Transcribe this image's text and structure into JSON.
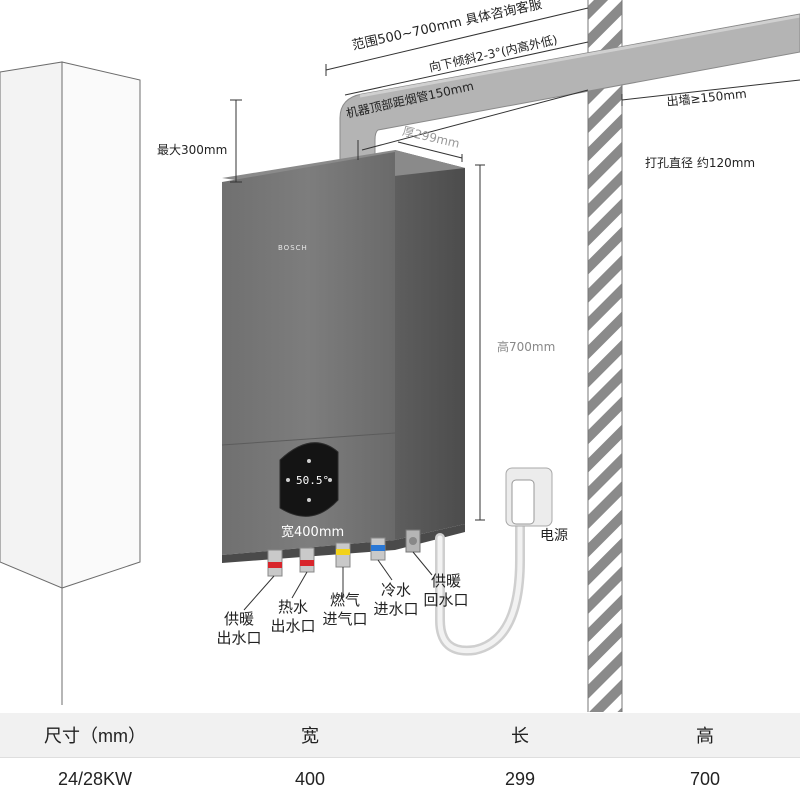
{
  "dimensions": {
    "range": "范围500~700mm 具体咨询客服",
    "slope": "向下倾斜2-3°(内高外低)",
    "top_distance": "机器顶部距烟管150mm",
    "thickness": "厚299mm",
    "max": "最大300mm",
    "height": "高700mm",
    "width": "宽400mm",
    "out_wall": "出墙≥150mm",
    "hole": "打孔直径 约120mm",
    "power": "电源"
  },
  "device": {
    "brand": "BOSCH",
    "display_temp": "50.5°"
  },
  "ports": [
    {
      "line1": "供暖",
      "line2": "出水口",
      "color": "#d8252b"
    },
    {
      "line1": "热水",
      "line2": "出水口",
      "color": "#d8252b"
    },
    {
      "line1": "燃气",
      "line2": "进气口",
      "color": "#f2d21a"
    },
    {
      "line1": "冷水",
      "line2": "进水口",
      "color": "#2a78d6"
    },
    {
      "line1": "供暖",
      "line2": "回水口",
      "color": "#999999"
    }
  ],
  "table": {
    "headers": [
      "尺寸（mm）",
      "宽",
      "长",
      "高"
    ],
    "rows": [
      [
        "24/28KW",
        "400",
        "299",
        "700"
      ]
    ]
  }
}
